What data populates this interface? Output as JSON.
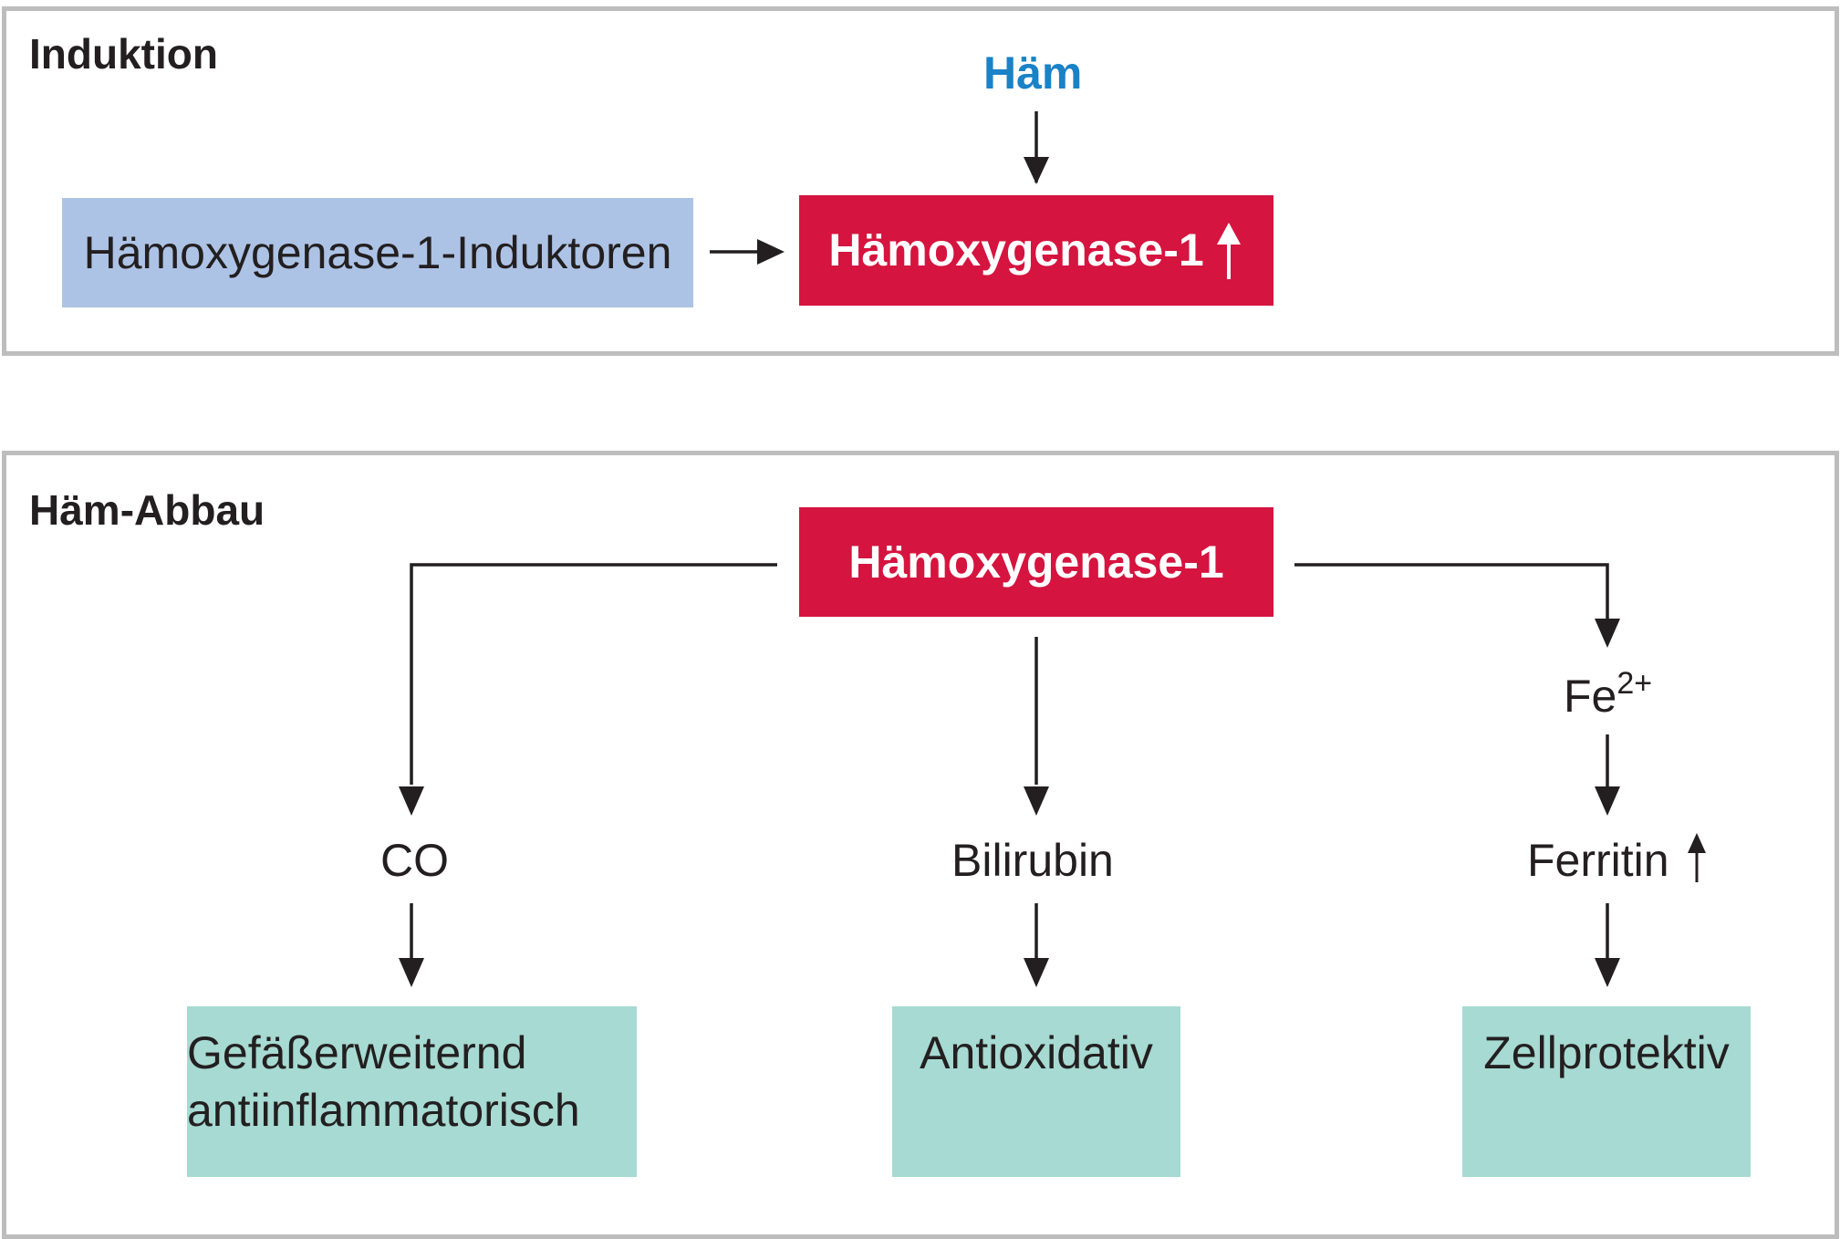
{
  "induction": {
    "title": "Induktion",
    "haem_label": "Häm",
    "inducers_box": "Hämoxygenase-1-Induktoren",
    "enzyme_box": "Hämoxygenase-1"
  },
  "degradation": {
    "title": "Häm-Abbau",
    "enzyme_box": "Hämoxygenase-1",
    "products": {
      "co": "CO",
      "bilirubin": "Bilirubin",
      "iron": "Fe",
      "iron_charge": "2+",
      "ferritin": "Ferritin"
    },
    "effects": {
      "vasodilating_line1": "Gefäßerweiternd",
      "vasodilating_line2": "antiinflammatorisch",
      "antioxidative": "Antioxidativ",
      "cytoprotective": "Zellprotektiv"
    }
  },
  "colors": {
    "inducer_blue": "#adc3e6",
    "enzyme_red": "#d5143f",
    "effect_green": "#a6dad2",
    "haem_blue": "#1a82c7",
    "panel_border": "#bdbdbd"
  }
}
